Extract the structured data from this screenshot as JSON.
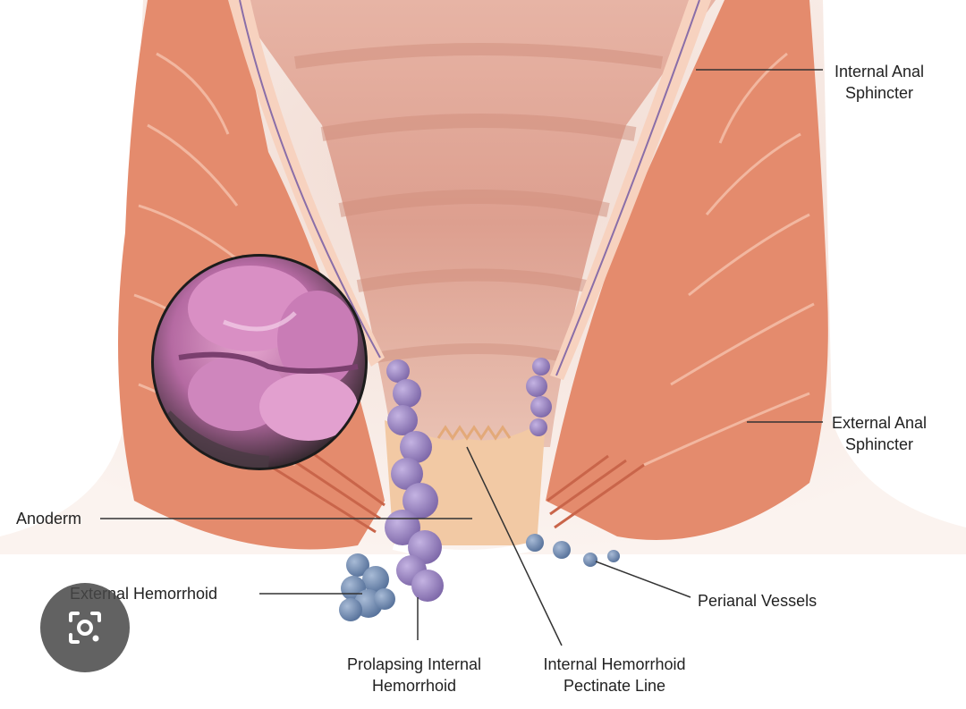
{
  "labels": {
    "internal_anal_sphincter": [
      "Internal Anal",
      "Sphincter"
    ],
    "external_anal_sphincter": [
      "External Anal",
      "Sphincter"
    ],
    "anoderm": "Anoderm",
    "external_hemorrhoid": "External Hemorrhoid",
    "perianal_vessels": "Perianal Vessels",
    "prolapsing_internal_hemorrhoid": [
      "Prolapsing Internal",
      "Hemorrhoid"
    ],
    "internal_hemorrhoid_pectinate_line": [
      "Internal Hemorrhoid",
      "Pectinate Line"
    ]
  },
  "icons": {
    "lens_button": "visual-search-icon"
  },
  "colors": {
    "muscle": "#e48b6d",
    "muscle_dark": "#c9654a",
    "muscle_light": "#f2b7a0",
    "mucosa": "#f6d3c4",
    "hemorrhoid": "#9b86c2",
    "hemorrhoid_dark": "#6e5a99",
    "external_vessel": "#6f89ad",
    "pectinate": "#f2c9a4",
    "leader_line": "#333333"
  }
}
